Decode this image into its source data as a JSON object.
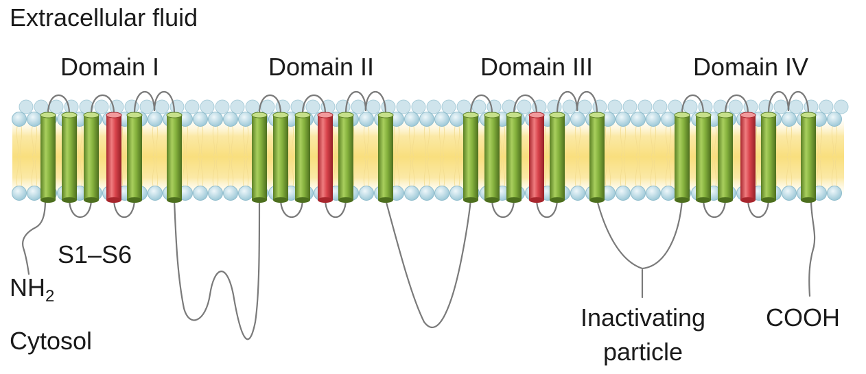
{
  "labels": {
    "extracellular": "Extracellular fluid",
    "cytosol": "Cytosol",
    "segments": "S1–S6",
    "nh": "NH",
    "nh_sub": "2",
    "cooh": "COOH",
    "inactivating_line1": "Inactivating",
    "inactivating_line2": "particle"
  },
  "domains": [
    {
      "name": "Domain I"
    },
    {
      "name": "Domain II"
    },
    {
      "name": "Domain III"
    },
    {
      "name": "Domain IV"
    }
  ],
  "colors": {
    "helix_green": "#7aa83a",
    "helix_red": "#d9444c",
    "lipid_head": "#bcdbe6",
    "lipid_core": "#fbe8a0",
    "loop_line": "#7a7a7a",
    "text": "#1a1a1a"
  }
}
